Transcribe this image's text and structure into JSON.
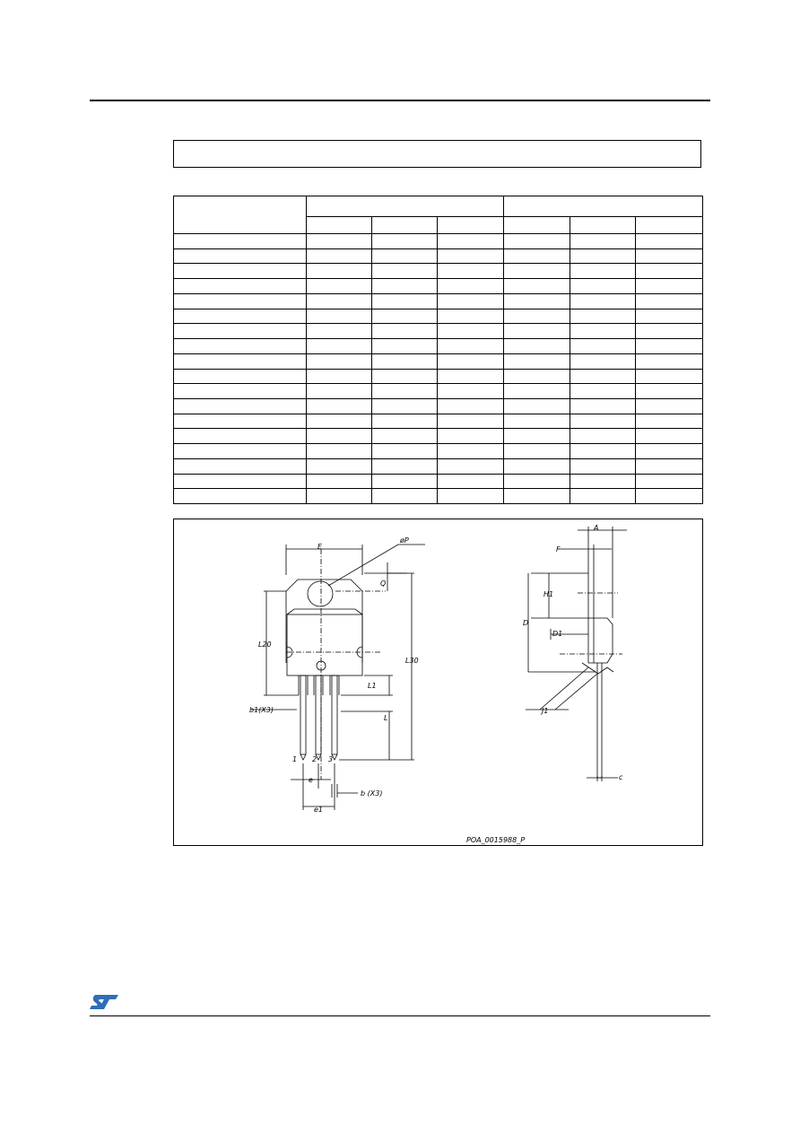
{
  "drawing": {
    "labels": {
      "E": "E",
      "oP": "øP",
      "Q": "Q",
      "L20": "L20",
      "L30": "L30",
      "L1": "L1",
      "L": "L",
      "b1": "b1(X3)",
      "b": "b  (X3)",
      "e": "e",
      "e1": "e1",
      "pin1": "1",
      "pin2": "2",
      "pin3": "3",
      "A": "A",
      "F": "F",
      "H1": "H1",
      "D": "D",
      "D1": "D1",
      "J1": "J1",
      "c": "c",
      "code": "POA_0015988_P"
    }
  },
  "logo": {
    "brand": "ST",
    "color": "#2f6fb7"
  }
}
